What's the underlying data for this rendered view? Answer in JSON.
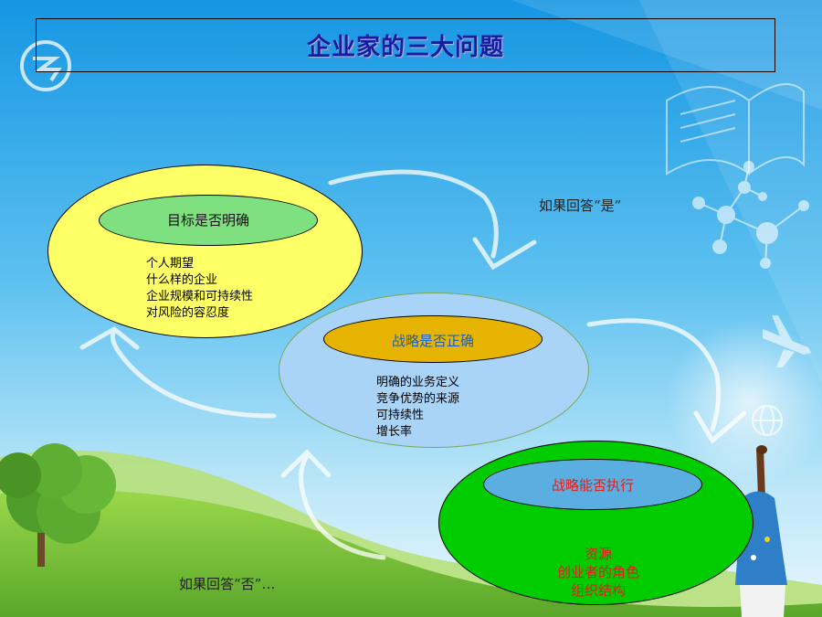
{
  "title": "企业家的三大问题",
  "ellipse1": {
    "header": "目标是否明确",
    "items": [
      "个人期望",
      "什么样的企业",
      "企业规模和可持续性",
      "对风险的容忍度"
    ]
  },
  "ellipse2": {
    "header": "战略是否正确",
    "items": [
      "明确的业务定义",
      "竞争优势的来源",
      "可持续性",
      "增长率"
    ]
  },
  "ellipse3": {
    "header": "战略能否执行",
    "items": [
      "资源",
      "创业者的角色",
      "组织结构"
    ]
  },
  "caption_yes": "如果回答“是”",
  "caption_no": "如果回答“否”…",
  "colors": {
    "sky_top": "#1e9fe6",
    "sky_bottom": "#bfe6f7",
    "ellipse1_outer": "#ffff66",
    "ellipse1_inner": "#7ee07e",
    "ellipse2_outer": "#a9d3f7",
    "ellipse2_inner": "#e6b400",
    "ellipse3_outer": "#00cc00",
    "ellipse3_inner": "#5aaee0",
    "ellipse3_text": "#e02020",
    "title_text": "#1a1aa0"
  }
}
